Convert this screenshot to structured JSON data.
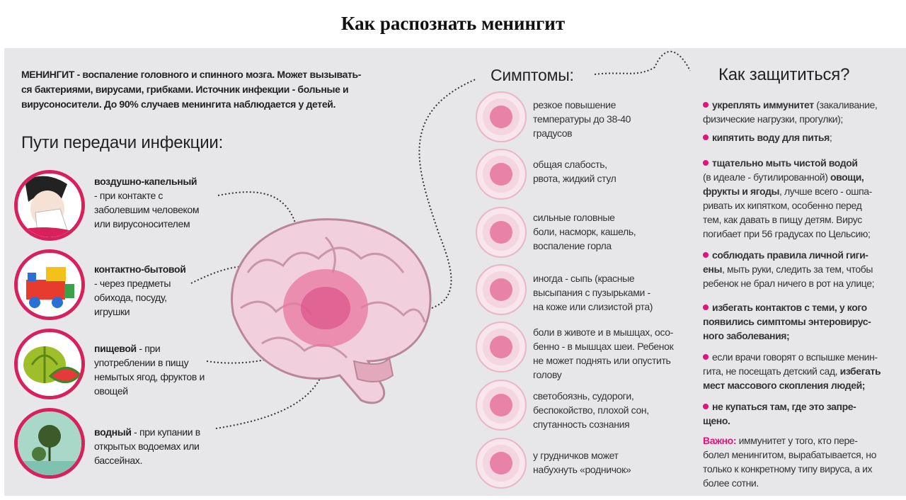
{
  "title": "Как распознать менингит",
  "intro": "МЕНИНГИТ - воспаление головного и спинного мозга. Может вызывать-\nся бактериями, вирусами, грибками. Источник инфекции - больные и\nвирусоносители. До 90% случаев менингита наблюдается у детей.",
  "transmission": {
    "heading": "Пути передачи инфекции:",
    "items": [
      {
        "name": "воздушно-капельный",
        "text": "\n- при контакте с\nзаболевшим человеком\nили вирусоносителем",
        "icon": "sneezing-person-icon"
      },
      {
        "name": "контактно-бытовой",
        "text": "\n- через предметы\nобихода, посуду,\nигрушки",
        "icon": "toy-train-icon"
      },
      {
        "name": "пищевой",
        "text": " - при\nупотреблении в пищу\nнемытых ягод, фруктов и\nовощей",
        "icon": "pumpkin-watermelon-icon"
      },
      {
        "name": "водный",
        "text": " - при купании в\nоткрытых водоемах или\nбассейнах.",
        "icon": "pond-icon"
      }
    ]
  },
  "symptoms": {
    "heading": "Симптомы:",
    "items": [
      "резкое повышение\nтемпературы до 38-40\nградусов",
      "общая слабость,\nрвота, жидкий стул",
      "сильные головные\nболи, насморк, кашель,\nвоспаление горла",
      "иногда - сыпь (красные\nвысыпания с пузырьками -\nна коже или слизистой рта)",
      "боли в животе и в мышцах, осо-\nбенно - в мышцах шеи. Ребенок\nне может поднять или опустить\nголову",
      "светобоязнь, судороги,\nбеспокойство, плохой сон,\nспутанность сознания",
      "у грудничков может\nнабухнуть «родничок»"
    ]
  },
  "protection": {
    "heading": "Как защититься?",
    "items": [
      [
        {
          "b": true,
          "t": "укреплять иммунитет"
        },
        {
          "b": false,
          "t": " (закаливание,\nфизические нагрузки, прогулки);"
        }
      ],
      [
        {
          "b": true,
          "t": "кипятить воду для питья"
        },
        {
          "b": false,
          "t": ";"
        }
      ],
      [
        {
          "b": true,
          "t": "тщательно мыть чистой водой"
        },
        {
          "b": false,
          "t": "\n(в идеале - бутилированной) "
        },
        {
          "b": true,
          "t": "овощи,\nфрукты и ягоды"
        },
        {
          "b": false,
          "t": ", лучше всего - ошпа-\nривать их кипятком, особенно перед\nтем, как давать в пищу детям. Вирус\nпогибает при 56 градусах по Цельсию;"
        }
      ],
      [
        {
          "b": true,
          "t": "соблюдать правила личной гиги-\nены"
        },
        {
          "b": false,
          "t": ", мыть руки, следить за тем, чтобы\nребенок не брал ничего в рот на улице;"
        }
      ],
      [
        {
          "b": true,
          "t": "избегать контактов с теми, у кого\nпоявились симптомы энтеровирус-\nного заболевания;"
        }
      ],
      [
        {
          "b": false,
          "t": "если врачи говорят о вспышке менин-\nгита, не посещать детский сад, "
        },
        {
          "b": true,
          "t": "избегать\nмест массового скопления людей;"
        }
      ],
      [
        {
          "b": true,
          "t": "не купаться там, где это запре-\nщено."
        }
      ]
    ],
    "important_label": "Важно:",
    "important_text": " иммунитет у того, кто пере-\nболел менингитом, вырабатывается, но\nтолько к конкретному типу вируса, а их\nболее сотни."
  },
  "colors": {
    "accent": "#e0147a",
    "ring": "#d8205c",
    "panel": "#e7e7e9"
  }
}
